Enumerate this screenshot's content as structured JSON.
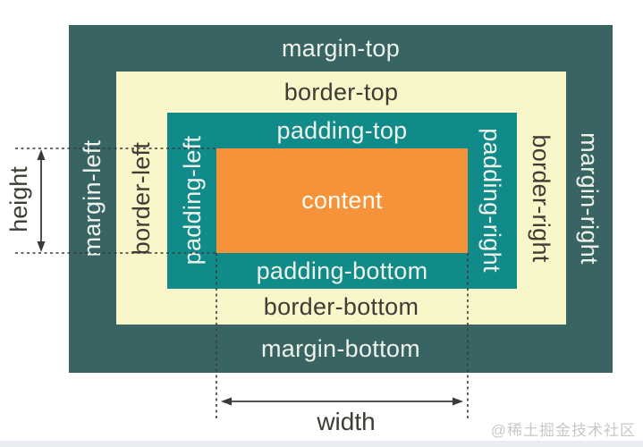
{
  "labels": {
    "margin_top": "margin-top",
    "border_top": "border-top",
    "padding_top": "padding-top",
    "content": "content",
    "padding_bottom": "padding-bottom",
    "border_bottom": "border-bottom",
    "margin_bottom": "margin-bottom",
    "margin_left": "margin-left",
    "border_left": "border-left",
    "padding_left": "padding-left",
    "padding_right": "padding-right",
    "border_right": "border-right",
    "margin_right": "margin-right",
    "height": "height",
    "width": "width"
  },
  "watermark": "@稀土掘金技术社区",
  "colors": {
    "margin_box": "#386464",
    "border_box": "#f9f7ca",
    "padding_box": "#118a8a",
    "content_box": "#f6923a",
    "light_text": "#eef2e9",
    "dark_text": "#3d3d35",
    "content_text": "#fdfdf7",
    "line": "#3a3a3a",
    "watermark_text": "#c8c8c8",
    "footer_strip": "#e9ecf0"
  }
}
